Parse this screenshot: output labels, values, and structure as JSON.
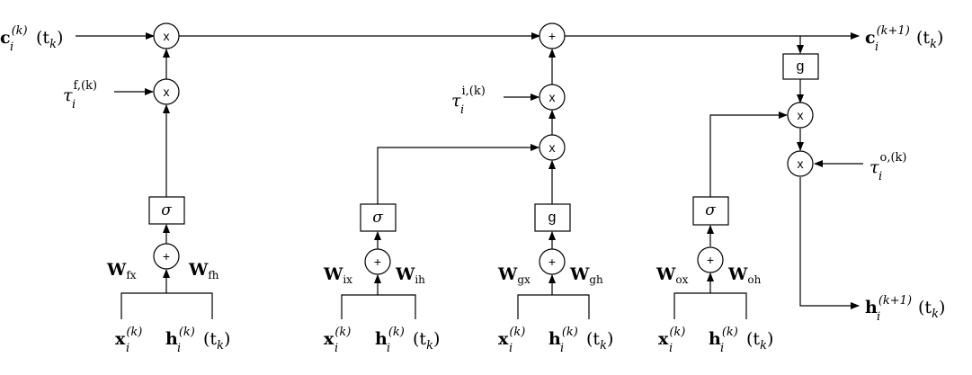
{
  "ops": {
    "mul": "x",
    "add": "+",
    "sigma": "σ",
    "g": "g"
  },
  "labels": {
    "c_in_base": "c",
    "c_in_sub": "i",
    "c_in_sup": "(k)",
    "c_in_arg": "(t",
    "c_in_arg_sub": "k",
    "c_in_close": ")",
    "c_out_base": "c",
    "c_out_sub": "i",
    "c_out_sup": "(k+1)",
    "c_out_arg": "(t",
    "c_out_arg_sub": "k",
    "c_out_close": ")",
    "h_out_base": "h",
    "h_out_sub": "i",
    "h_out_sup": "(k+1)",
    "h_out_arg": "(t",
    "h_out_arg_sub": "k",
    "h_out_close": ")",
    "tau_f_base": "τ",
    "tau_f_sub": "i",
    "tau_f_sup": "f,(k)",
    "tau_i_base": "τ",
    "tau_i_sub": "i",
    "tau_i_sup": "i,(k)",
    "tau_o_base": "τ",
    "tau_o_sub": "i",
    "tau_o_sup": "o,(k)",
    "W": "W",
    "w_fx": "fx",
    "w_fh": "fh",
    "w_ix": "ix",
    "w_ih": "ih",
    "w_gx": "gx",
    "w_gh": "gh",
    "w_ox": "ox",
    "w_oh": "oh",
    "x_base": "x",
    "x_sub": "i",
    "x_sup": "(k)",
    "h_base": "h",
    "h_sub": "i",
    "h_sup": "(k)",
    "h_arg": "(t",
    "h_arg_sub": "k",
    "h_close": ")"
  }
}
